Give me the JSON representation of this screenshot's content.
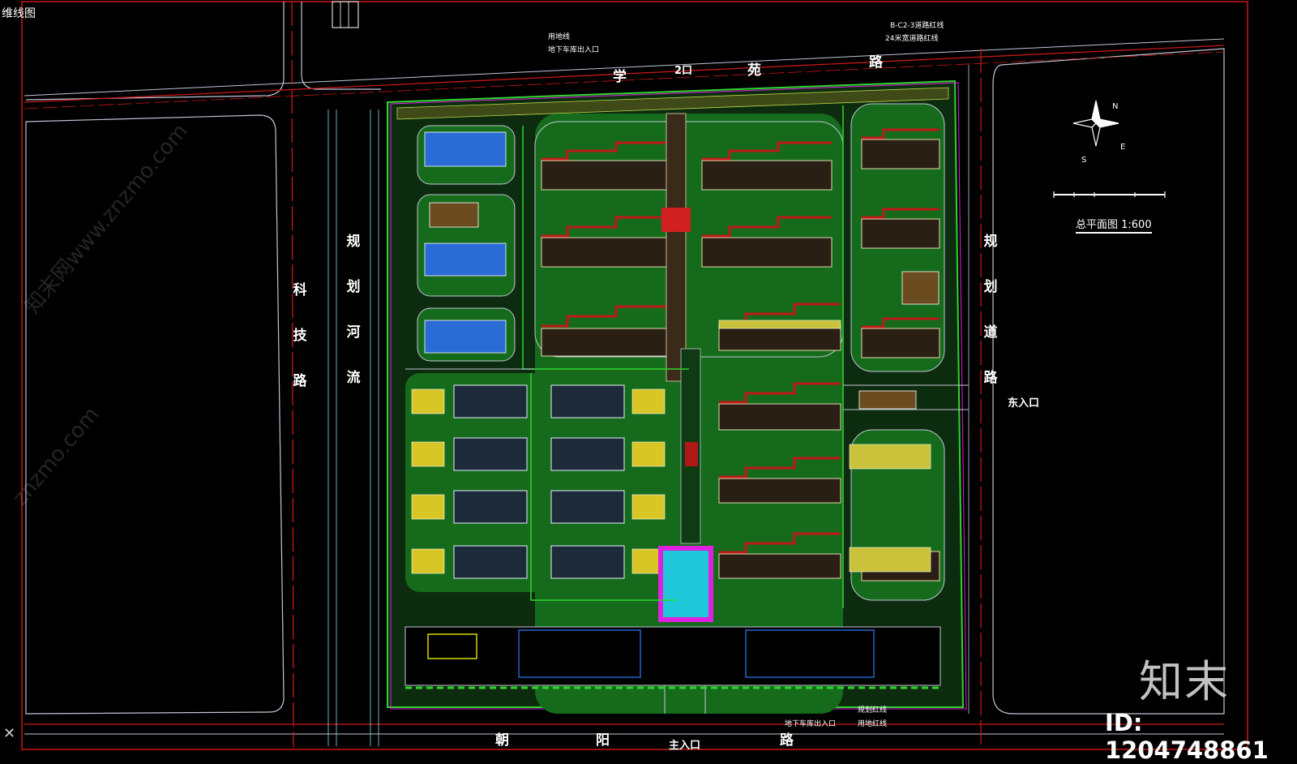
{
  "window": {
    "title": "维线图"
  },
  "roads": {
    "north": [
      "学",
      "苑",
      "路"
    ],
    "north_gate_mark": "2口",
    "south": [
      "朝",
      "阳",
      "路"
    ],
    "west": "科技路",
    "canal": "规划河流",
    "east": "规划道路"
  },
  "entrances": {
    "main": "主入口",
    "east": "东入口"
  },
  "scale": {
    "title": "总平面图 1:600"
  },
  "annotations": {
    "north_left_1": "用地线",
    "north_left_2": "地下车库出入口",
    "north_right_1": "B-C2-3道路红线",
    "north_right_2": "24米宽道路红线",
    "south_1": "地下车库出入口",
    "south_2": "规划红线",
    "south_3": "用地红线"
  },
  "compass": {
    "n": "N",
    "e": "E",
    "s": "S"
  },
  "watermark": {
    "logo": "知末",
    "id": "ID: 1204748861",
    "site": "知末网www.znzmo.com",
    "site_short": "znzmo.com"
  },
  "colors": {
    "background": "#000000",
    "redline": "#d01818",
    "road_edge": "#bfc6d6",
    "green": "#1b7a22",
    "site_boundary": "#2fd52f",
    "magenta": "#e020e0"
  }
}
